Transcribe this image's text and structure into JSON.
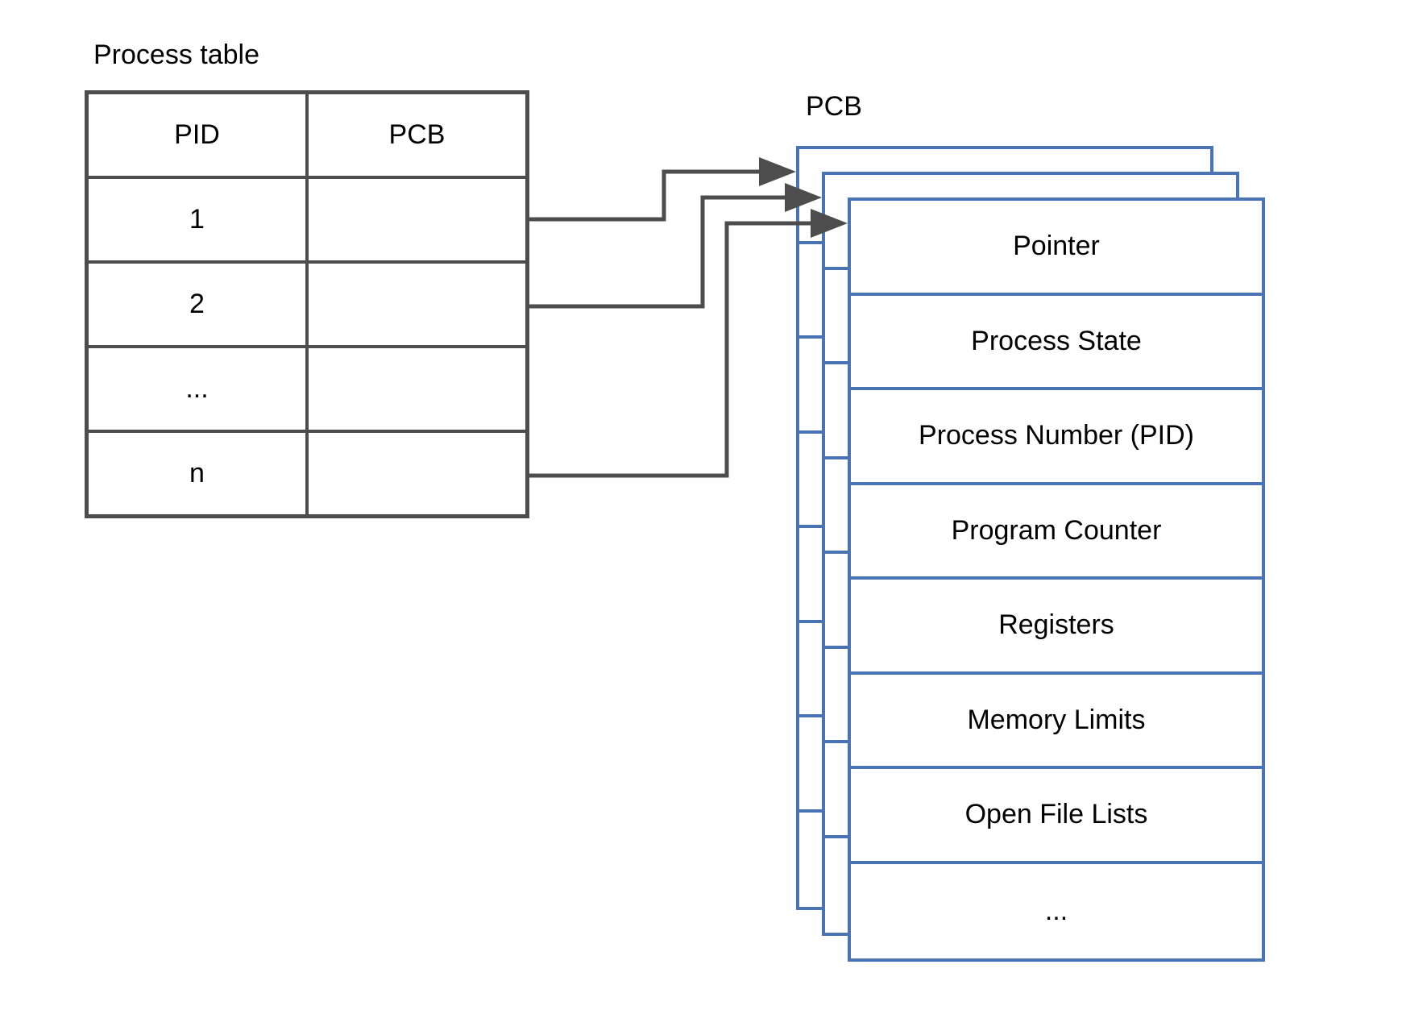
{
  "colors": {
    "background": "#ffffff",
    "table_stroke": "#4d4d4d",
    "arrow_color": "#4d4d4d",
    "pcb_stroke": "#4a74b4",
    "text_color": "#000000",
    "cell_fill": "#ffffff"
  },
  "process_table": {
    "title": "Process table",
    "columns": [
      "PID",
      "PCB"
    ],
    "rows": [
      {
        "pid": "1",
        "pcb": ""
      },
      {
        "pid": "2",
        "pcb": ""
      },
      {
        "pid": "...",
        "pcb": ""
      },
      {
        "pid": "n",
        "pcb": ""
      }
    ]
  },
  "pcb_stack": {
    "title": "PCB",
    "layers": 3,
    "front_rows": [
      "Pointer",
      "Process State",
      "Process Number (PID)",
      "Program Counter",
      "Registers",
      "Memory Limits",
      "Open File Lists",
      "..."
    ]
  },
  "arrows": [
    {
      "from_row": "1",
      "to_layer": "back"
    },
    {
      "from_row": "2",
      "to_layer": "middle"
    },
    {
      "from_row": "n",
      "to_layer": "front"
    }
  ]
}
